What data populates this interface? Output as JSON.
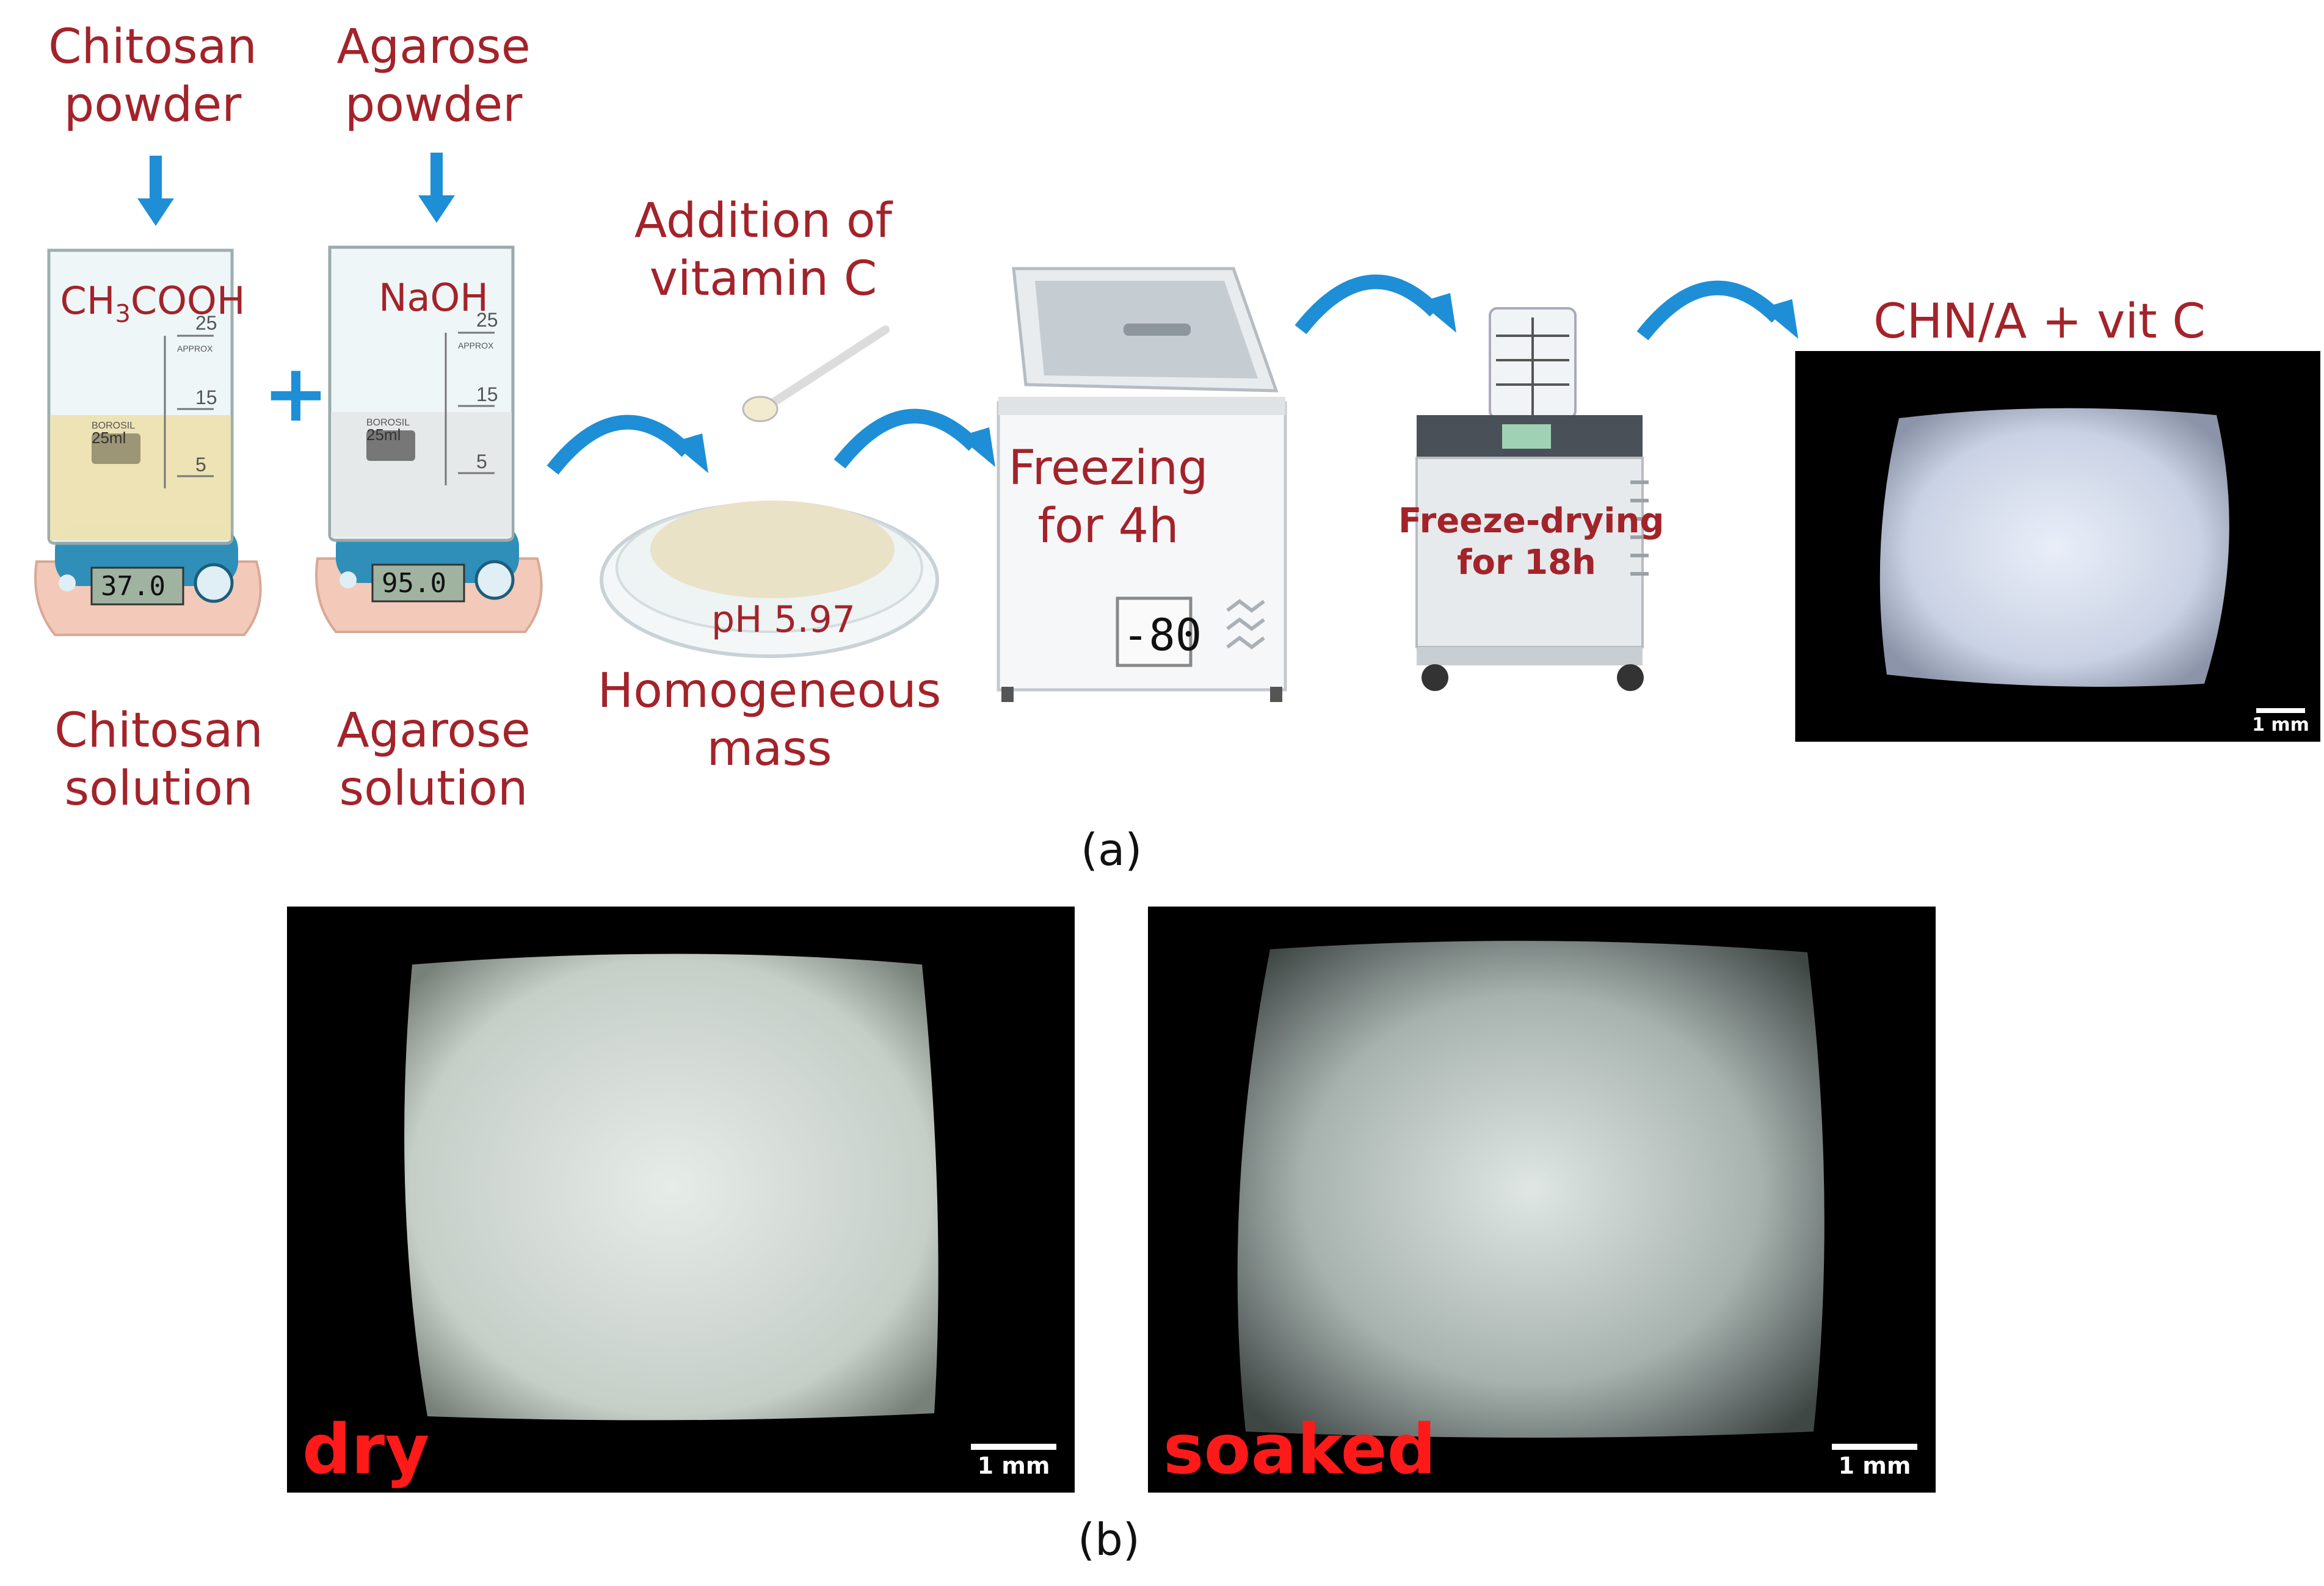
{
  "panel_a": {
    "label": "(a)",
    "chitosan_powder": [
      "Chitosan",
      "powder"
    ],
    "agarose_powder": [
      "Agarose",
      "powder"
    ],
    "beaker1_solvent": "CH3COOH",
    "beaker2_solvent": "NaOH",
    "beaker_volume": "25ml",
    "beaker_ticks": [
      "25",
      "15",
      "5"
    ],
    "beaker_brand": "BOROSIL",
    "beaker_approx": "APPROX",
    "plus": "+",
    "stirrer1_display": "37.0",
    "stirrer2_display": "95.0",
    "chitosan_solution": [
      "Chitosan",
      "solution"
    ],
    "agarose_solution": [
      "Agarose",
      "solution"
    ],
    "addition": [
      "Addition of",
      "vitamin C"
    ],
    "dish_ph": "pH 5.97",
    "homogeneous": [
      "Homogeneous",
      "mass"
    ],
    "freezing": [
      "Freezing",
      "for 4h"
    ],
    "freezer_display": "-80",
    "freeze_drying": [
      "Freeze-drying",
      "for 18h"
    ],
    "product_title": "CHN/A + vit C",
    "scale": "1 mm"
  },
  "panel_b": {
    "label": "(b)",
    "dry_label": "dry",
    "soaked_label": "soaked",
    "scale": "1 mm"
  },
  "colors": {
    "label_red": "#a3232a",
    "arrow_blue": "#1e8fd6",
    "state_red": "#ff1a1a",
    "stirrer_pink": "#f3c9b9",
    "stirrer_panel": "#2f8fb8"
  }
}
